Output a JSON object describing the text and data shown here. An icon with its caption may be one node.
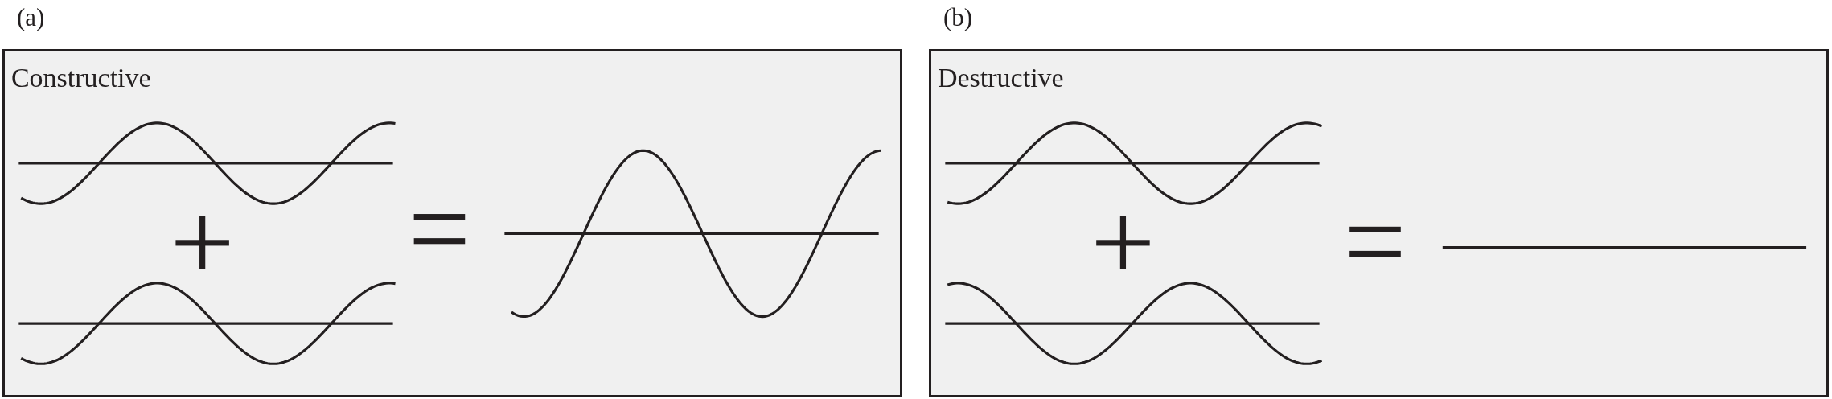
{
  "diagram": {
    "nodes": [
      {
        "text": [
          "(a)",
          "Constructive"
        ]
      },
      {
        "text": [
          "(b)",
          "Destructive"
        ]
      }
    ]
  }
}
